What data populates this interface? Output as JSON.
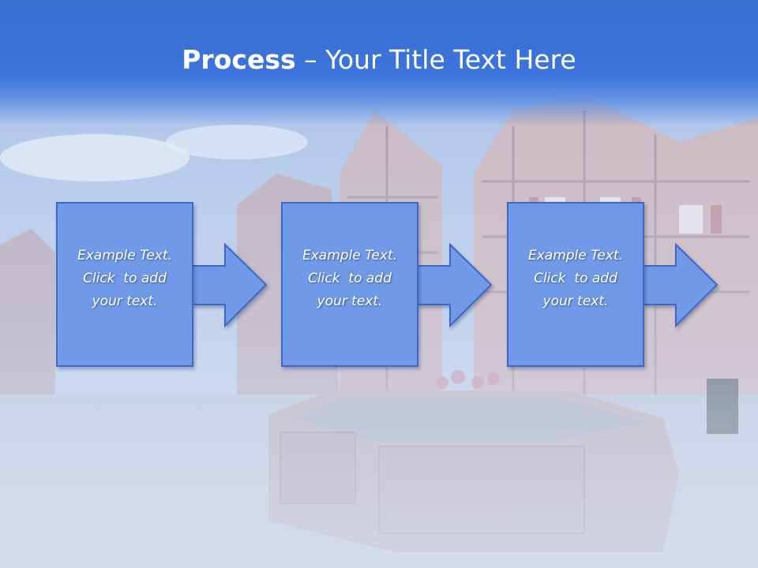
{
  "slide": {
    "title_bold": "Process",
    "title_rest": " – Your Title Text Here"
  },
  "steps": [
    {
      "line1": "Example Text.",
      "line2": "Click  to add",
      "line3": "your text."
    },
    {
      "line1": "Example Text.",
      "line2": "Click  to add",
      "line3": "your text."
    },
    {
      "line1": "Example Text.",
      "line2": "Click  to add",
      "line3": "your text."
    }
  ],
  "colors": {
    "header": "#3c74dc",
    "box_fill": "#6f9ae8",
    "box_border": "#3f67c2",
    "text": "#ffffff"
  }
}
